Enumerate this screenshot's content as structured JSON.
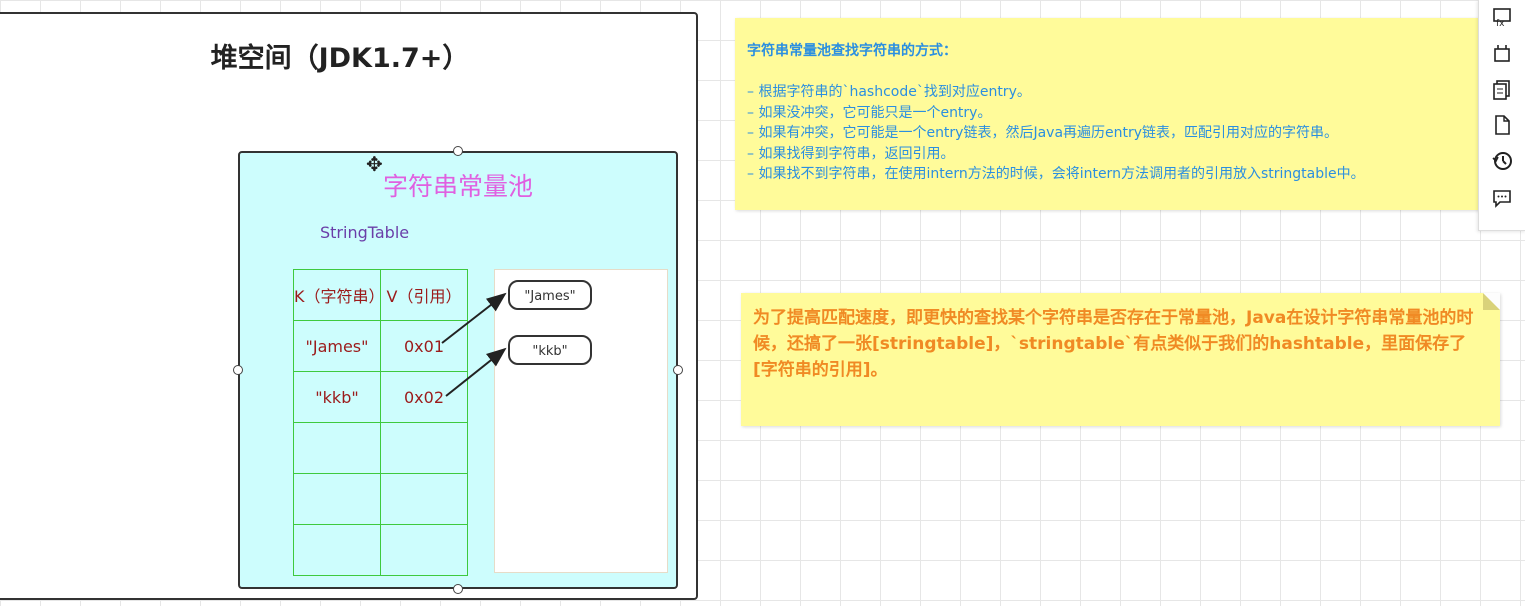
{
  "heap": {
    "title": "堆空间（JDK1.7+）"
  },
  "pool": {
    "title": "字符串常量池",
    "subtitle": "StringTable",
    "table": {
      "header_k": "K（字符串）",
      "header_v": "V（引用）",
      "rows": [
        {
          "k": "\"James\"",
          "v": "0x01"
        },
        {
          "k": "\"kkb\"",
          "v": "0x02"
        },
        {
          "k": "",
          "v": ""
        },
        {
          "k": "",
          "v": ""
        },
        {
          "k": "",
          "v": ""
        }
      ]
    },
    "objects": [
      "\"James\"",
      "\"kkb\""
    ]
  },
  "note1": {
    "title": "字符串常量池查找字符串的方式：",
    "lines": [
      "– 根据字符串的`hashcode`找到对应entry。",
      "– 如果没冲突，它可能只是一个entry。",
      "– 如果有冲突，它可能是一个entry链表，然后Java再遍历entry链表，匹配引用对应的字符串。",
      "– 如果找得到字符串，返回引用。",
      "– 如果找不到字符串，在使用intern方法的时候，会将intern方法调用者的引用放入stringtable中。"
    ]
  },
  "note2": {
    "text": "为了提高匹配速度，即更快的查找某个字符串是否存在于常量池，Java在设计字符串常量池的时候，还搞了一张[stringtable]，`stringtable`有点类似于我们的hashtable，里面保存了[字符串的引用]。"
  },
  "toolbar": {
    "icons": [
      "formula-icon",
      "crop-icon",
      "copy-icon",
      "page-icon",
      "history-icon",
      "comment-icon"
    ]
  },
  "colors": {
    "pool_bg": "#cdfdfd",
    "pool_title": "#e060e0",
    "subtitle": "#6a3ea8",
    "table_border": "#3ec93e",
    "table_text": "#9b1b1b",
    "note_bg": "#fffb9a",
    "note1_text": "#2b8fe0",
    "note2_text": "#f08a24"
  }
}
